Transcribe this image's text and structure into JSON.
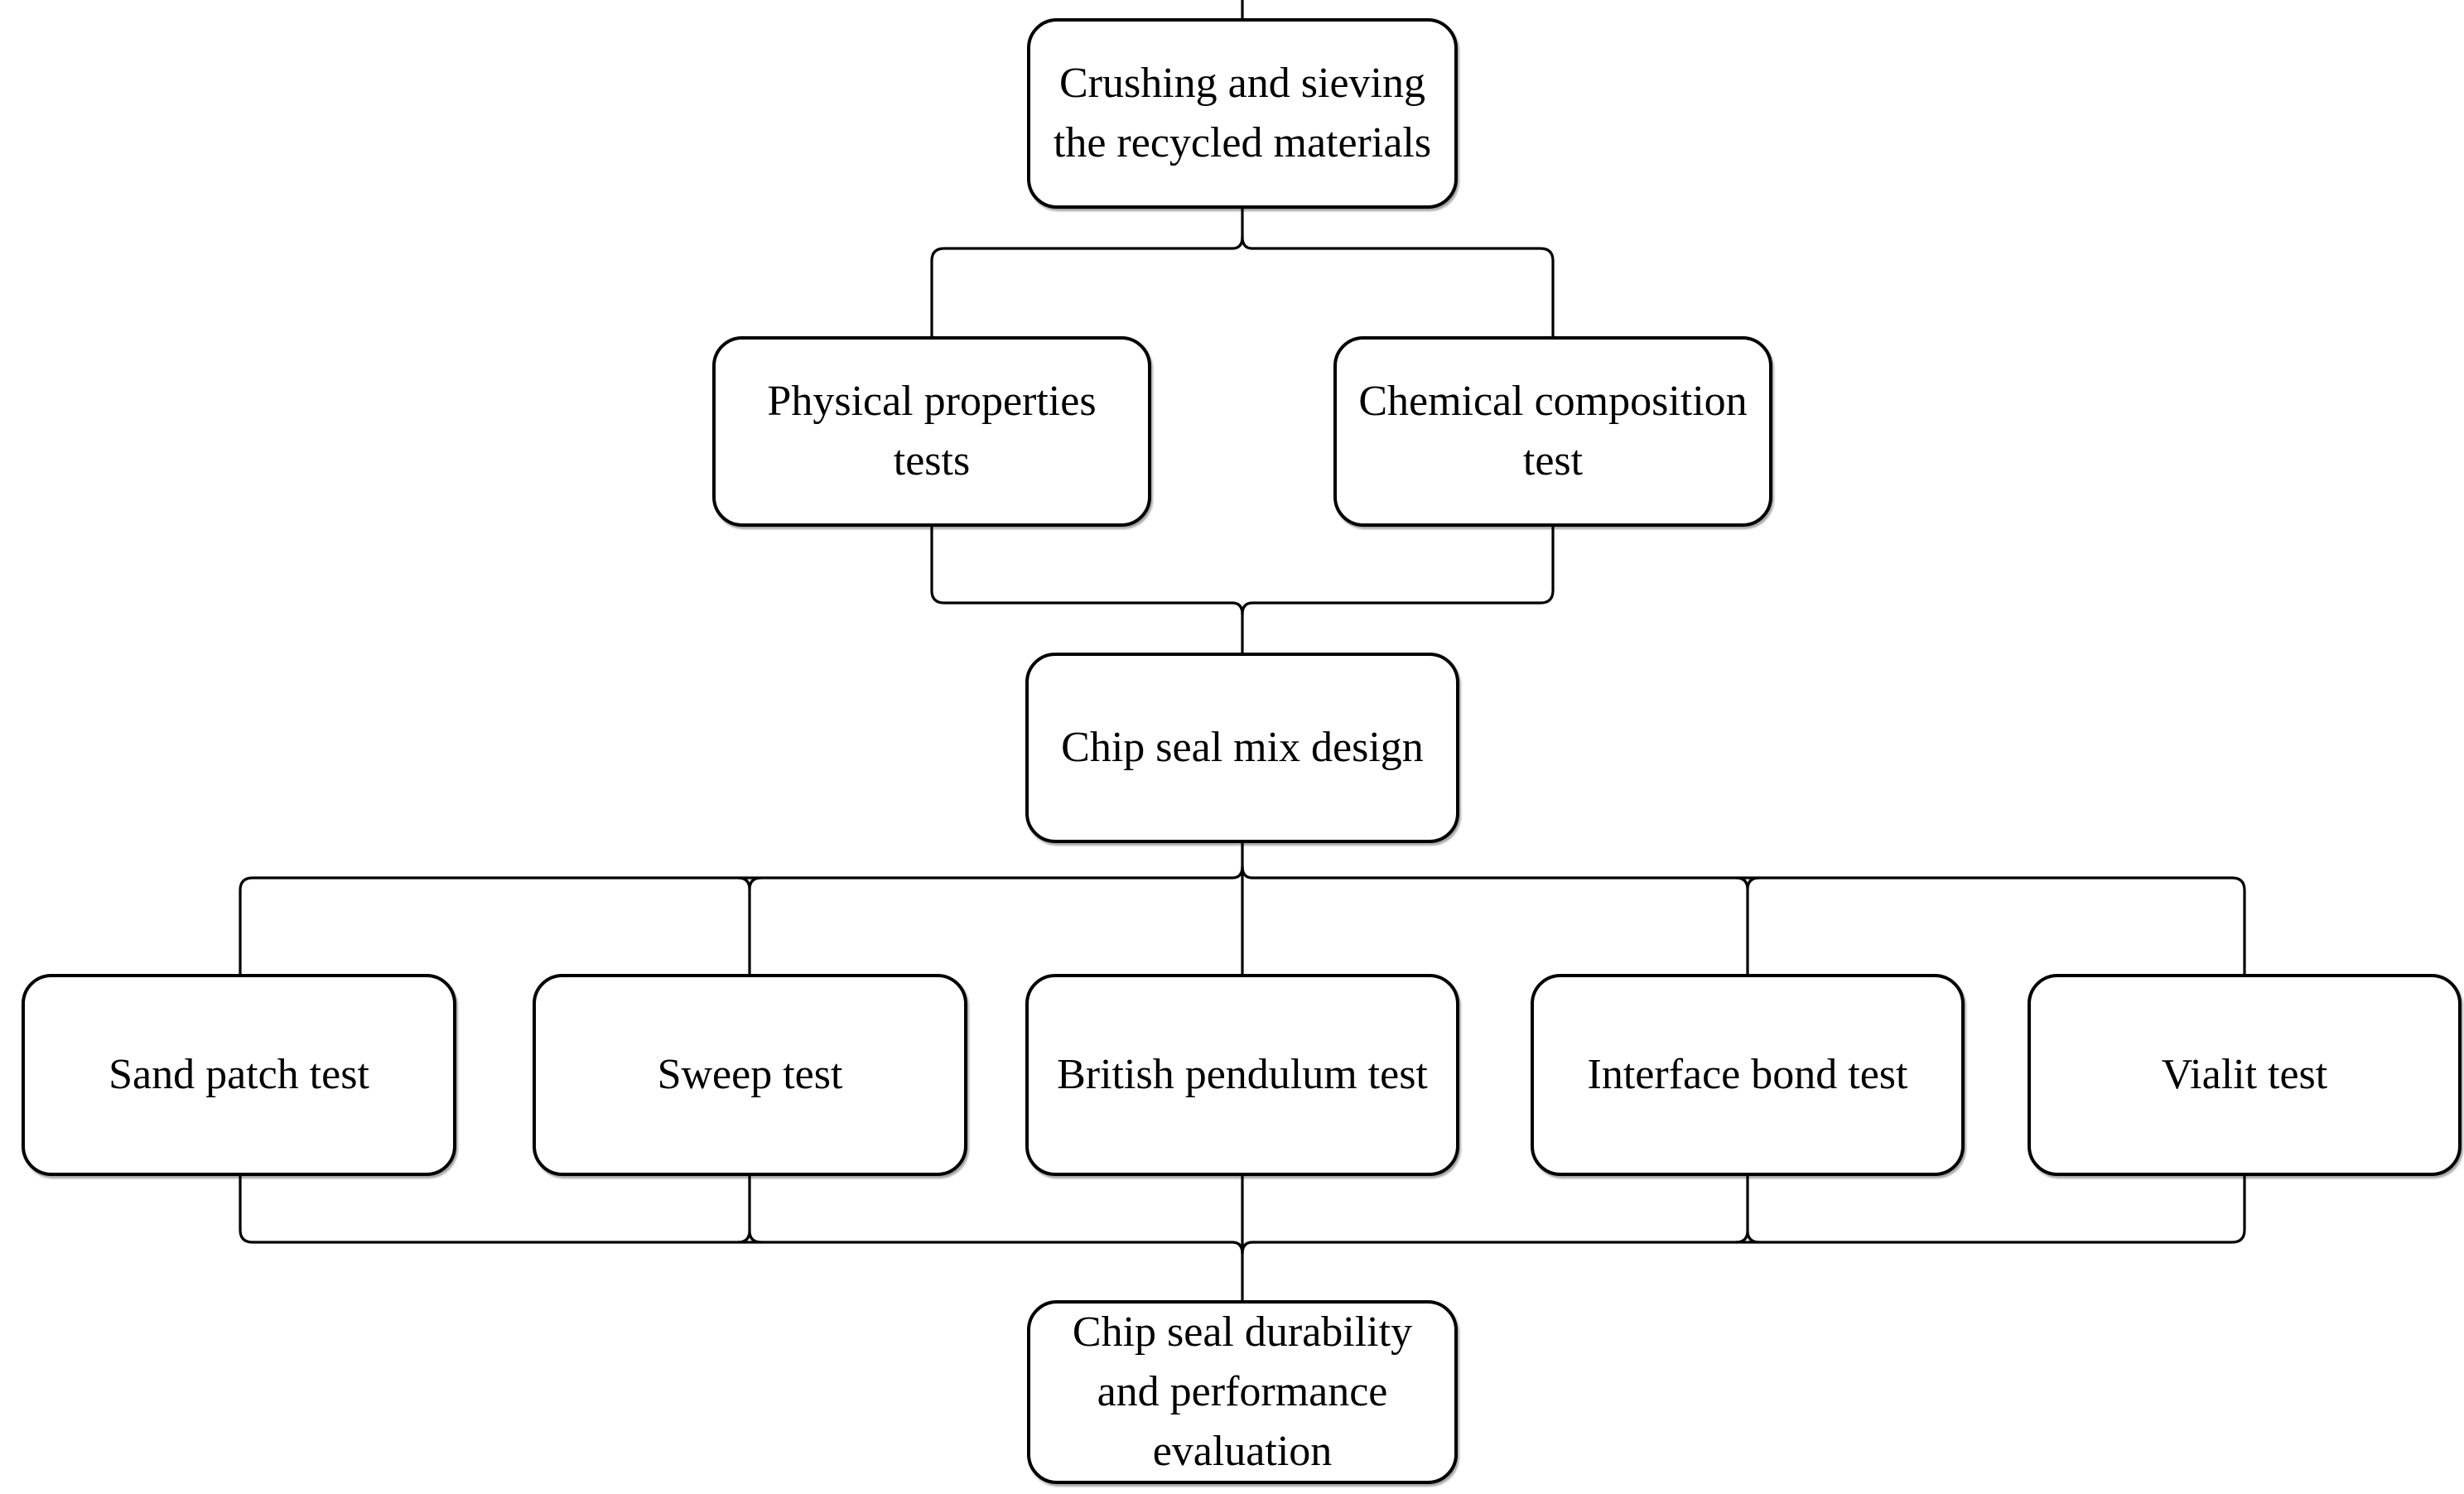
{
  "diagram": {
    "type": "flowchart",
    "background_color": "#ffffff",
    "line_color": "#000000",
    "box_fill_color": "#ffffff",
    "box_border_color": "#000000",
    "nodes": {
      "crushing": {
        "label": "Crushing and sieving\nthe recycled materials"
      },
      "physical": {
        "label": "Physical properties\ntests"
      },
      "chemical": {
        "label": "Chemical composition\ntest"
      },
      "mix_design": {
        "label": "Chip seal mix design"
      },
      "sand_patch": {
        "label": "Sand patch test"
      },
      "sweep": {
        "label": "Sweep test"
      },
      "british": {
        "label": "British pendulum test"
      },
      "interface": {
        "label": "Interface bond test"
      },
      "vialit": {
        "label": "Vialit test"
      },
      "evaluation": {
        "label": "Chip seal durability\nand performance\nevaluation"
      }
    },
    "edges": [
      {
        "from": "crushing",
        "to": "physical"
      },
      {
        "from": "crushing",
        "to": "chemical"
      },
      {
        "from": "physical",
        "to": "mix_design"
      },
      {
        "from": "chemical",
        "to": "mix_design"
      },
      {
        "from": "mix_design",
        "to": "sand_patch"
      },
      {
        "from": "mix_design",
        "to": "sweep"
      },
      {
        "from": "mix_design",
        "to": "british"
      },
      {
        "from": "mix_design",
        "to": "interface"
      },
      {
        "from": "mix_design",
        "to": "vialit"
      },
      {
        "from": "sand_patch",
        "to": "evaluation"
      },
      {
        "from": "sweep",
        "to": "evaluation"
      },
      {
        "from": "british",
        "to": "evaluation"
      },
      {
        "from": "interface",
        "to": "evaluation"
      },
      {
        "from": "vialit",
        "to": "evaluation"
      }
    ]
  }
}
